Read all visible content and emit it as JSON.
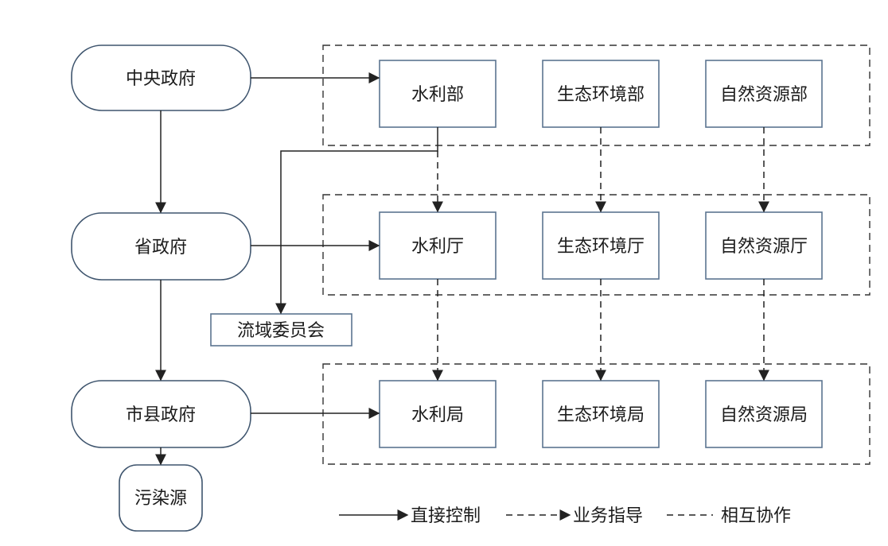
{
  "governments": {
    "central": "中央政府",
    "provincial": "省政府",
    "city_county": "市县政府",
    "pollution_source": "污染源"
  },
  "basin_committee": "流域委员会",
  "departments": {
    "central": [
      "水利部",
      "生态环境部",
      "自然资源部"
    ],
    "provincial": [
      "水利厅",
      "生态环境厅",
      "自然资源厅"
    ],
    "city_county": [
      "水利局",
      "生态环境局",
      "自然资源局"
    ]
  },
  "legend": {
    "direct_control": "直接控制",
    "business_guidance": "业务指导",
    "mutual_cooperation": "相互协作"
  }
}
